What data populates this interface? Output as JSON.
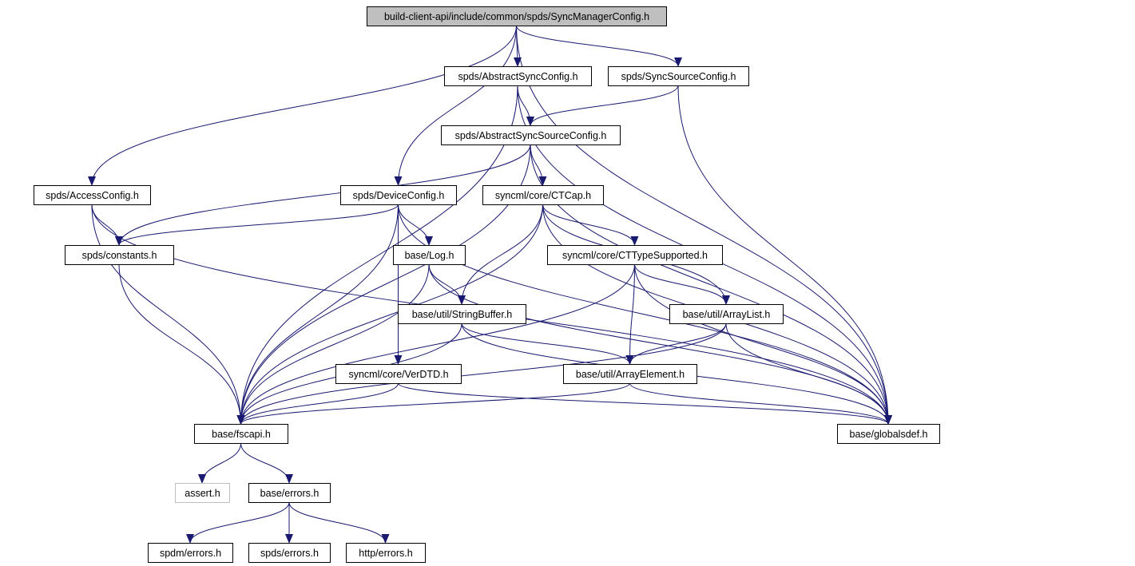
{
  "colors": {
    "edge": "#191970",
    "node_border": "#000000",
    "root_fill": "#bfbfbf",
    "node_fill": "#ffffff",
    "external_border": "#bfbfbf"
  },
  "nodes": {
    "root": {
      "label": "build-client-api/include/common/spds/SyncManagerConfig.h",
      "kind": "root"
    },
    "abstractSyncConfig": {
      "label": "spds/AbstractSyncConfig.h",
      "kind": "normal"
    },
    "syncSourceConfig": {
      "label": "spds/SyncSourceConfig.h",
      "kind": "normal"
    },
    "abstractSyncSourceConfig": {
      "label": "spds/AbstractSyncSourceConfig.h",
      "kind": "normal"
    },
    "accessConfig": {
      "label": "spds/AccessConfig.h",
      "kind": "normal"
    },
    "deviceConfig": {
      "label": "spds/DeviceConfig.h",
      "kind": "normal"
    },
    "ctCap": {
      "label": "syncml/core/CTCap.h",
      "kind": "normal"
    },
    "constants": {
      "label": "spds/constants.h",
      "kind": "normal"
    },
    "log": {
      "label": "base/Log.h",
      "kind": "normal"
    },
    "ctTypeSupported": {
      "label": "syncml/core/CTTypeSupported.h",
      "kind": "normal"
    },
    "stringBuffer": {
      "label": "base/util/StringBuffer.h",
      "kind": "normal"
    },
    "arrayList": {
      "label": "base/util/ArrayList.h",
      "kind": "normal"
    },
    "verDTD": {
      "label": "syncml/core/VerDTD.h",
      "kind": "normal"
    },
    "arrayElement": {
      "label": "base/util/ArrayElement.h",
      "kind": "normal"
    },
    "fscapi": {
      "label": "base/fscapi.h",
      "kind": "normal"
    },
    "globalsdef": {
      "label": "base/globalsdef.h",
      "kind": "normal"
    },
    "assert": {
      "label": "assert.h",
      "kind": "external"
    },
    "errors": {
      "label": "base/errors.h",
      "kind": "normal"
    },
    "spdmErrors": {
      "label": "spdm/errors.h",
      "kind": "normal"
    },
    "spdsErrors": {
      "label": "spds/errors.h",
      "kind": "normal"
    },
    "httpErrors": {
      "label": "http/errors.h",
      "kind": "normal"
    }
  },
  "edges": [
    [
      "root",
      "abstractSyncConfig"
    ],
    [
      "root",
      "syncSourceConfig"
    ],
    [
      "root",
      "accessConfig"
    ],
    [
      "root",
      "deviceConfig"
    ],
    [
      "root",
      "globalsdef"
    ],
    [
      "abstractSyncConfig",
      "abstractSyncSourceConfig"
    ],
    [
      "abstractSyncConfig",
      "fscapi"
    ],
    [
      "abstractSyncConfig",
      "globalsdef"
    ],
    [
      "syncSourceConfig",
      "abstractSyncSourceConfig"
    ],
    [
      "syncSourceConfig",
      "globalsdef"
    ],
    [
      "abstractSyncSourceConfig",
      "ctCap"
    ],
    [
      "abstractSyncSourceConfig",
      "constants"
    ],
    [
      "abstractSyncSourceConfig",
      "fscapi"
    ],
    [
      "abstractSyncSourceConfig",
      "globalsdef"
    ],
    [
      "accessConfig",
      "constants"
    ],
    [
      "accessConfig",
      "fscapi"
    ],
    [
      "accessConfig",
      "globalsdef"
    ],
    [
      "deviceConfig",
      "constants"
    ],
    [
      "deviceConfig",
      "log"
    ],
    [
      "deviceConfig",
      "verDTD"
    ],
    [
      "deviceConfig",
      "fscapi"
    ],
    [
      "deviceConfig",
      "globalsdef"
    ],
    [
      "ctCap",
      "ctTypeSupported"
    ],
    [
      "ctCap",
      "stringBuffer"
    ],
    [
      "ctCap",
      "arrayList"
    ],
    [
      "ctCap",
      "fscapi"
    ],
    [
      "ctCap",
      "globalsdef"
    ],
    [
      "constants",
      "fscapi"
    ],
    [
      "log",
      "stringBuffer"
    ],
    [
      "log",
      "fscapi"
    ],
    [
      "log",
      "globalsdef"
    ],
    [
      "ctTypeSupported",
      "arrayList"
    ],
    [
      "ctTypeSupported",
      "arrayElement"
    ],
    [
      "ctTypeSupported",
      "fscapi"
    ],
    [
      "ctTypeSupported",
      "globalsdef"
    ],
    [
      "stringBuffer",
      "arrayElement"
    ],
    [
      "stringBuffer",
      "fscapi"
    ],
    [
      "stringBuffer",
      "globalsdef"
    ],
    [
      "arrayList",
      "arrayElement"
    ],
    [
      "arrayList",
      "fscapi"
    ],
    [
      "arrayList",
      "globalsdef"
    ],
    [
      "verDTD",
      "fscapi"
    ],
    [
      "verDTD",
      "globalsdef"
    ],
    [
      "arrayElement",
      "fscapi"
    ],
    [
      "arrayElement",
      "globalsdef"
    ],
    [
      "fscapi",
      "assert"
    ],
    [
      "fscapi",
      "errors"
    ],
    [
      "errors",
      "spdmErrors"
    ],
    [
      "errors",
      "spdsErrors"
    ],
    [
      "errors",
      "httpErrors"
    ]
  ]
}
